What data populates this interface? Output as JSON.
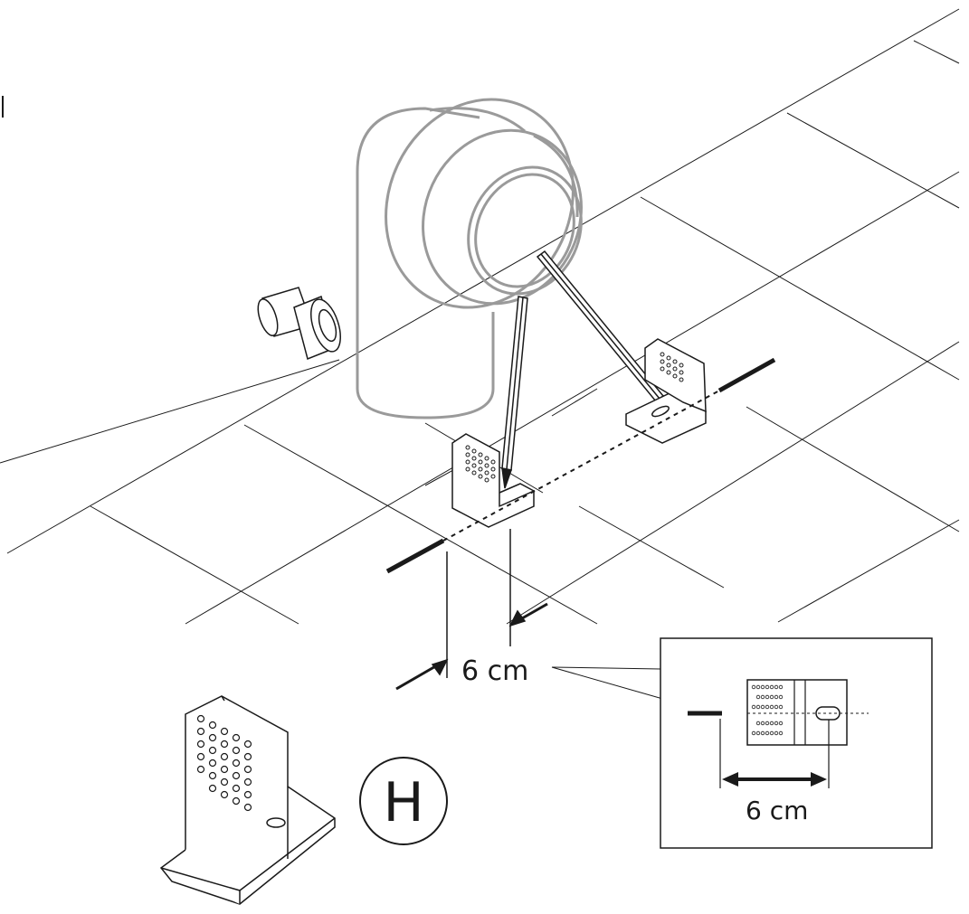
{
  "labels": {
    "distance_main": "6 cm",
    "distance_inset": "6 cm",
    "part_letter": "H"
  },
  "colors": {
    "line": "#1a1a1a",
    "pipe": "#9a9a9a",
    "background": "#ffffff"
  },
  "icons": {
    "spacer_block": "spacer-block-icon",
    "pencil": "pencil-icon",
    "hose_fitting": "hose-fitting-icon",
    "pipe_elbow": "pipe-elbow-icon"
  }
}
